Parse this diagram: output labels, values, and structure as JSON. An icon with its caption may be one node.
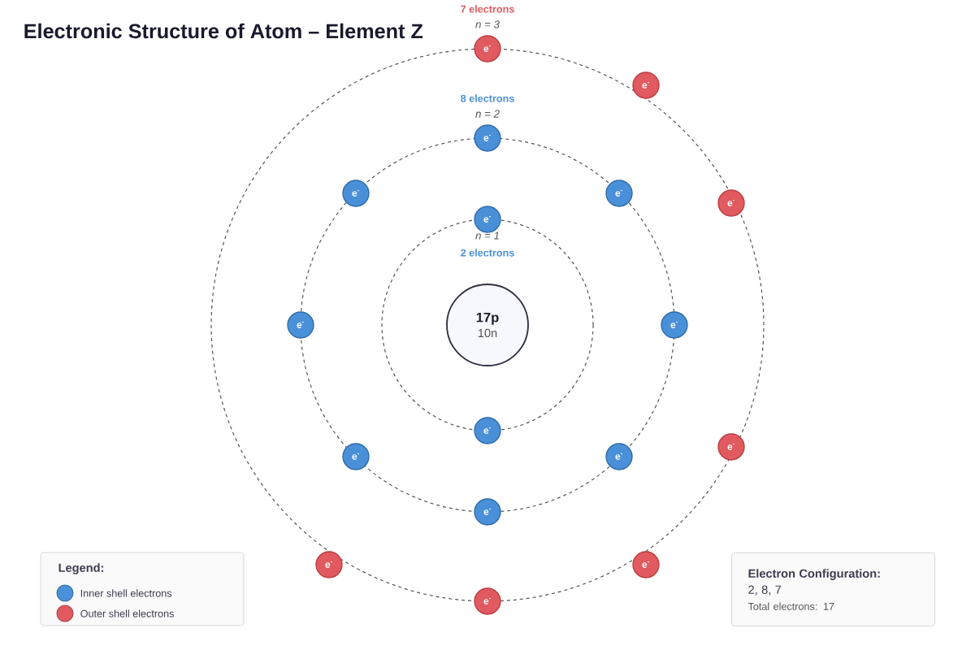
{
  "diagram": {
    "title": "Electronic Structure of Atom – Element Z",
    "nodes": [
      {
        "text": [
          "17p",
          "10n"
        ]
      },
      {
        "text": [
          "e$^{-}$"
        ]
      },
      {
        "text": [
          "e$^{-}$"
        ]
      },
      {
        "text": [
          "e$^{-}$"
        ]
      },
      {
        "text": [
          "e$^{-}$"
        ]
      },
      {
        "text": [
          "e$^{-}$"
        ]
      },
      {
        "text": [
          "e$^{-}$"
        ]
      },
      {
        "text": [
          "e$^{-}$"
        ]
      },
      {
        "text": [
          "e$^{-}$"
        ]
      },
      {
        "text": [
          "e$^{-}$"
        ]
      },
      {
        "text": [
          "e$^{-}$"
        ]
      },
      {
        "text": [
          "e$^{-}$"
        ]
      },
      {
        "text": [
          "e$^{-}$"
        ]
      },
      {
        "text": [
          "e$^{-}$"
        ]
      },
      {
        "text": [
          "e$^{-}$"
        ]
      },
      {
        "text": [
          "e$^{-}$"
        ]
      },
      {
        "text": [
          "e$^{-}$"
        ]
      },
      {
        "text": [
          "e$^{-}$"
        ]
      },
      {
        "text": [
          "Electron Configuration:",
          "2, 8, 7",
          "Total electrons: 17"
        ]
      }
    ],
    "labels": [
      "7 electrons",
      "n = 3",
      "8 electrons",
      "n = 2",
      "n = 1",
      "2 electrons",
      "Legend:"
    ],
    "legend": [
      {
        "text": "Inner shell electrons",
        "color": "#4a90d9"
      },
      {
        "text": "Outer shell electrons",
        "color": "#e05a5f"
      }
    ]
  }
}
